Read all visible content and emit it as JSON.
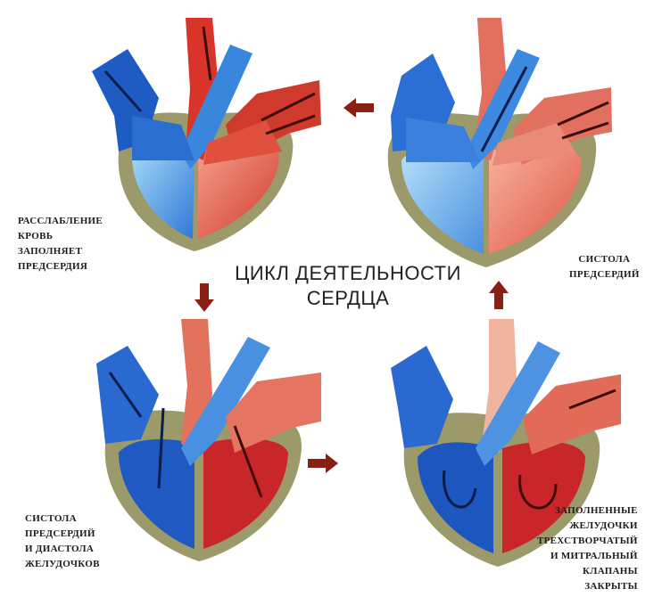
{
  "title": {
    "line1": "ЦИКЛ ДЕЯТЕЛЬНОСТИ",
    "line2": "СЕРДЦА"
  },
  "labels": {
    "relaxation": "РАССЛАБЛЕНИЕ\nКРОВЬ\nЗАПОЛНЯЕТ\nПРЕДСЕРДИЯ",
    "atrial_systole": "СИСТОЛА\nПРЕДСЕРДИЙ",
    "atrial_systole_ventricular_diastole": "СИСТОЛА\nПРЕДСЕРДИЙ\nИ ДИАСТОЛА\nЖЕЛУДОЧКОВ",
    "ventricles_filled": "ЗАПОЛНЕННЫЕ\nЖЕЛУДОЧКИ\nТРЕХСТВОРЧАТЫЙ\nИ МИТРАЛЬНЫЙ\nКЛАПАНЫ\nЗАКРЫТЫ"
  },
  "colors": {
    "deoxygenated_blue": "#1f5fc8",
    "light_blue": "#6fb6f0",
    "oxygenated_red": "#d8342a",
    "light_red": "#f08a78",
    "wall_olive": "#9c9a6a",
    "arrow_brown": "#8a1f14"
  }
}
